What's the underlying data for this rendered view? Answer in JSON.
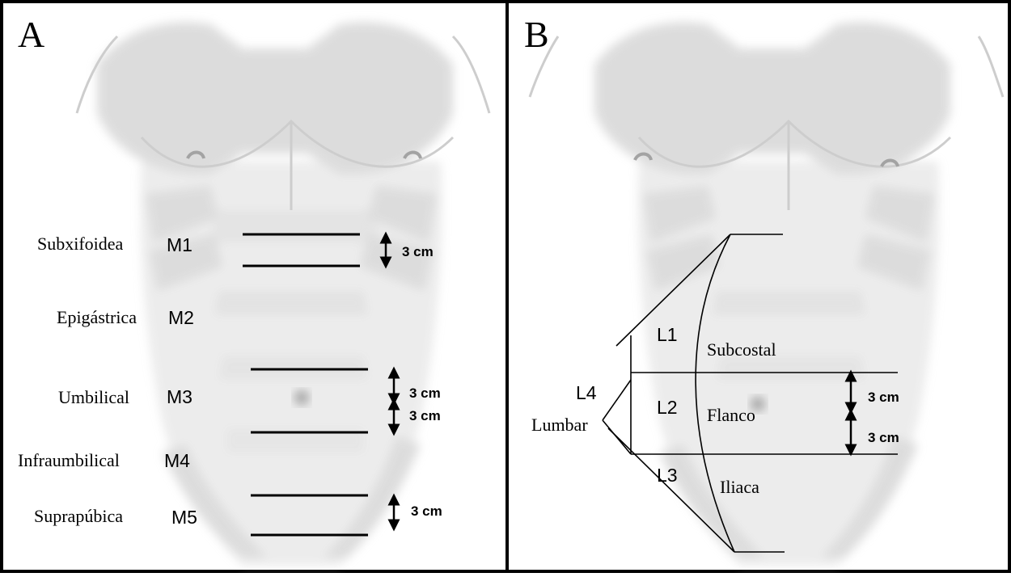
{
  "panels": {
    "a": {
      "letter": "A",
      "regions": [
        {
          "name": "Subxifoidea",
          "code": "M1"
        },
        {
          "name": "Epigástrica",
          "code": "M2"
        },
        {
          "name": "Umbilical",
          "code": "M3"
        },
        {
          "name": "Infraumbilical",
          "code": "M4"
        },
        {
          "name": "Suprapúbica",
          "code": "M5"
        }
      ],
      "measures": [
        "3 cm",
        "3 cm",
        "3 cm",
        "3 cm"
      ]
    },
    "b": {
      "letter": "B",
      "lateral_codes": [
        "L1",
        "L2",
        "L3",
        "L4"
      ],
      "lateral_names": [
        "Subcostal",
        "Flanco",
        "Iliaca",
        "Lumbar"
      ],
      "measures": [
        "3 cm",
        "3 cm"
      ]
    }
  },
  "colors": {
    "border": "#000000",
    "figure_shading": "#d6d6d6",
    "line": "#000000"
  }
}
